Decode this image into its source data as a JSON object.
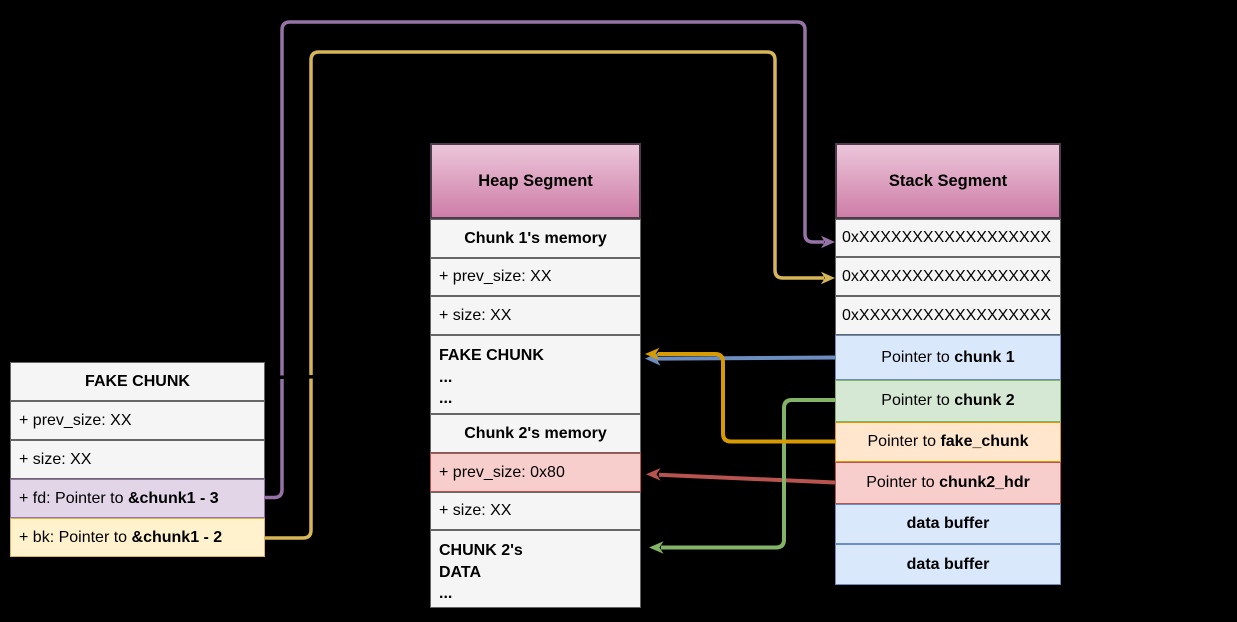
{
  "fake_chunk_box": {
    "title": "FAKE CHUNK",
    "row_prev_size": "+ prev_size: XX",
    "row_size": "+ size: XX",
    "row_fd_prefix": "+ fd: Pointer to ",
    "row_fd_bold": "&chunk1 - 3",
    "row_bk_prefix": "+ bk: Pointer to ",
    "row_bk_bold": "&chunk1 - 2"
  },
  "heap_segment": {
    "title": "Heap Segment",
    "row_chunk1_header": "Chunk 1's memory",
    "row_prev_size": "+ prev_size: XX",
    "row_size": "+ size: XX",
    "row_fake_chunk_lines": [
      "FAKE CHUNK",
      "...",
      "..."
    ],
    "row_chunk2_header": "Chunk 2's memory",
    "row_prev_size_overwritten": "+ prev_size: 0x80",
    "row_size2": "+ size: XX",
    "row_chunk2_data_lines": [
      "CHUNK 2's",
      "DATA",
      "..."
    ]
  },
  "stack_segment": {
    "title": "Stack Segment",
    "row_addr1": "0xXXXXXXXXXXXXXXXXXX",
    "row_addr2": "0xXXXXXXXXXXXXXXXXXX",
    "row_addr3": "0xXXXXXXXXXXXXXXXXXX",
    "row_ptr_chunk1_prefix": "Pointer to ",
    "row_ptr_chunk1_bold": "chunk 1",
    "row_ptr_chunk2_prefix": "Pointer to ",
    "row_ptr_chunk2_bold": "chunk 2",
    "row_ptr_fake_prefix": "Pointer to ",
    "row_ptr_fake_bold": "fake_chunk",
    "row_ptr_hdr_prefix": "Pointer to ",
    "row_ptr_hdr_bold": "chunk2_hdr",
    "row_data_buffer_1": "data buffer",
    "row_data_buffer_2": "data buffer"
  },
  "colors": {
    "background": "#000000",
    "arrow_purple": "#9673a6",
    "arrow_gold": "#d6b656",
    "arrow_blue": "#6c8ebf",
    "arrow_green": "#82b366",
    "arrow_orange": "#d79b00",
    "arrow_red": "#b85450",
    "fill_gray": "#f5f5f5",
    "fill_purple": "#e1d5e7",
    "fill_yellow": "#fff2cc",
    "fill_blue": "#dae8fc",
    "fill_green": "#d5e8d4",
    "fill_orange": "#ffe6cc",
    "fill_red": "#f8cecc",
    "header_gradient_top": "#ecc6da",
    "header_gradient_bottom": "#ce7ea7"
  }
}
